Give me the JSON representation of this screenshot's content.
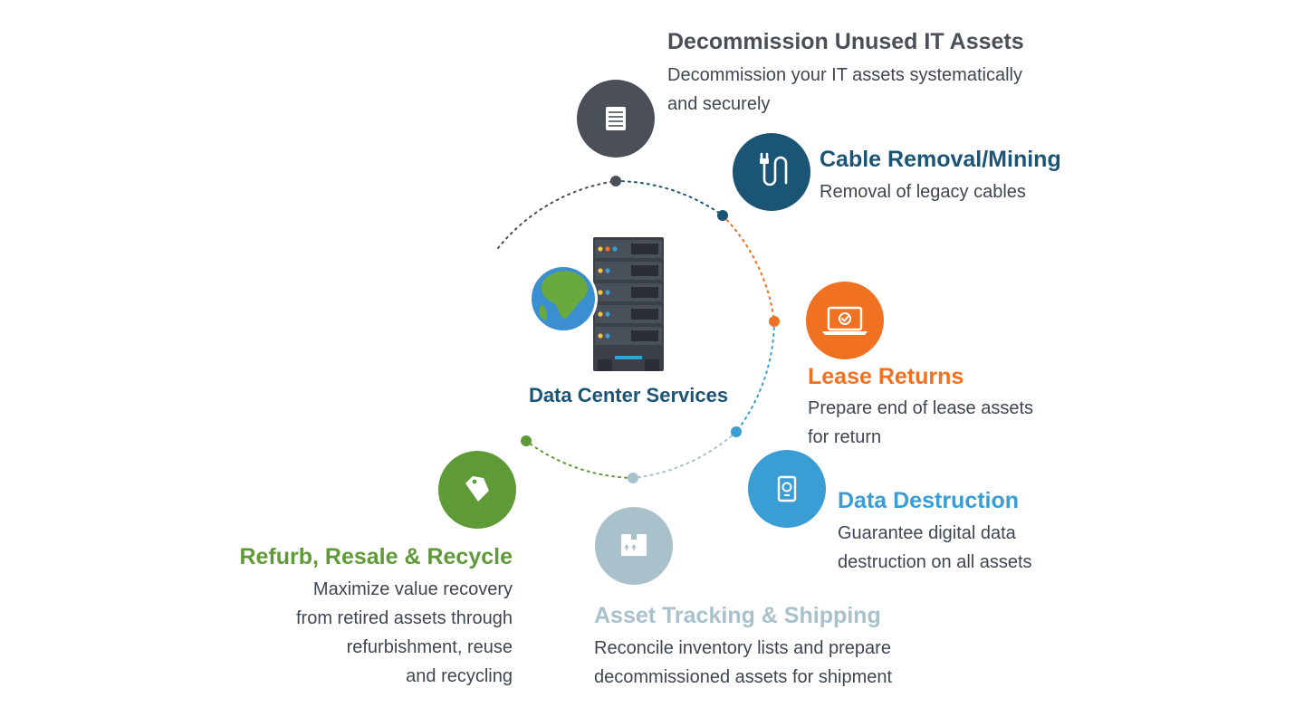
{
  "center": {
    "title": "Data Center Services"
  },
  "services": [
    {
      "key": "decommission",
      "title": "Decommission Unused IT Assets",
      "description": "Decommission your IT assets systematically\nand securely",
      "color": "#4a4f58",
      "icon": "server-drive-icon"
    },
    {
      "key": "cable",
      "title": "Cable Removal/Mining",
      "description": "Removal of legacy cables",
      "color": "#1b5576",
      "icon": "cable-icon"
    },
    {
      "key": "lease",
      "title": "Lease Returns",
      "description": "Prepare end of lease assets\nfor return",
      "color": "#f07121",
      "icon": "laptop-check-icon"
    },
    {
      "key": "destruction",
      "title": "Data Destruction",
      "description": "Guarantee digital data\ndestruction on all assets",
      "color": "#3a9dd3",
      "icon": "hard-drive-icon"
    },
    {
      "key": "tracking",
      "title": "Asset Tracking & Shipping",
      "description": "Reconcile inventory lists and prepare\ndecommissioned assets for shipment",
      "color": "#a9c1cb",
      "icon": "shipping-box-icon"
    },
    {
      "key": "refurb",
      "title": "Refurb, Resale & Recycle",
      "description": "Maximize value recovery\nfrom retired assets through\nrefurbishment, reuse\nand recycling",
      "color": "#5e9a36",
      "icon": "price-tag-icon"
    }
  ]
}
